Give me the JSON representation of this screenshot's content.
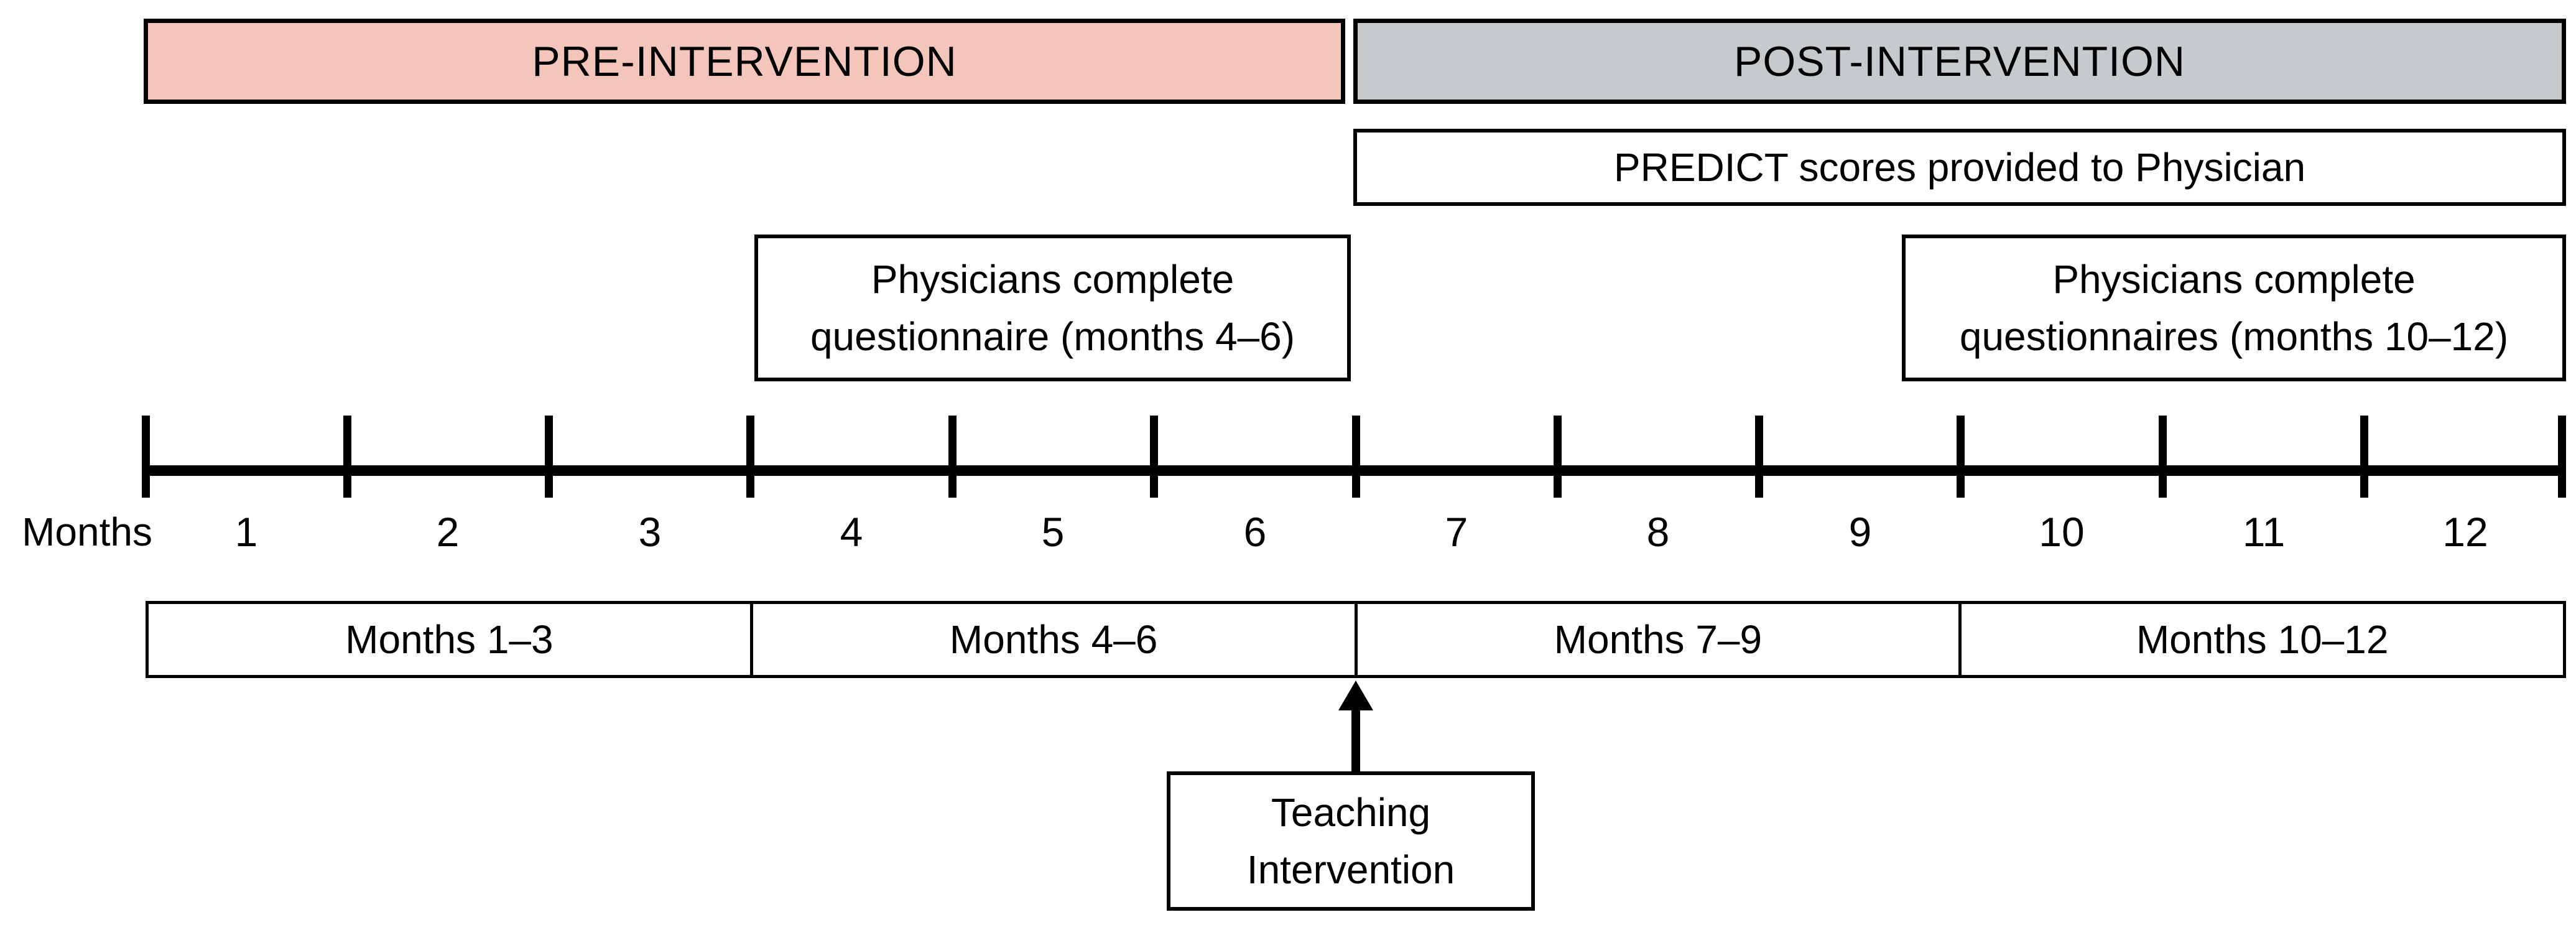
{
  "colors": {
    "pre_fill": "#f4c6bb",
    "post_fill": "#c6cacd",
    "ink": "#000000",
    "box_fill": "#ffffff"
  },
  "phases": {
    "pre": "PRE-INTERVENTION",
    "post": "POST-INTERVENTION"
  },
  "predict": {
    "label": "PREDICT scores provided to Physician"
  },
  "questionnaires": {
    "left": {
      "line1": "Physicians complete",
      "line2": "questionnaire (months 4–6)"
    },
    "right": {
      "line1": "Physicians complete",
      "line2": "questionnaires (months 10–12)"
    }
  },
  "axis": {
    "label": "Months",
    "month_numbers": [
      "1",
      "2",
      "3",
      "4",
      "5",
      "6",
      "7",
      "8",
      "9",
      "10",
      "11",
      "12"
    ]
  },
  "quarters": {
    "cells": [
      "Months 1–3",
      "Months 4–6",
      "Months 7–9",
      "Months 10–12"
    ]
  },
  "teaching": {
    "line1": "Teaching",
    "line2": "Intervention"
  }
}
